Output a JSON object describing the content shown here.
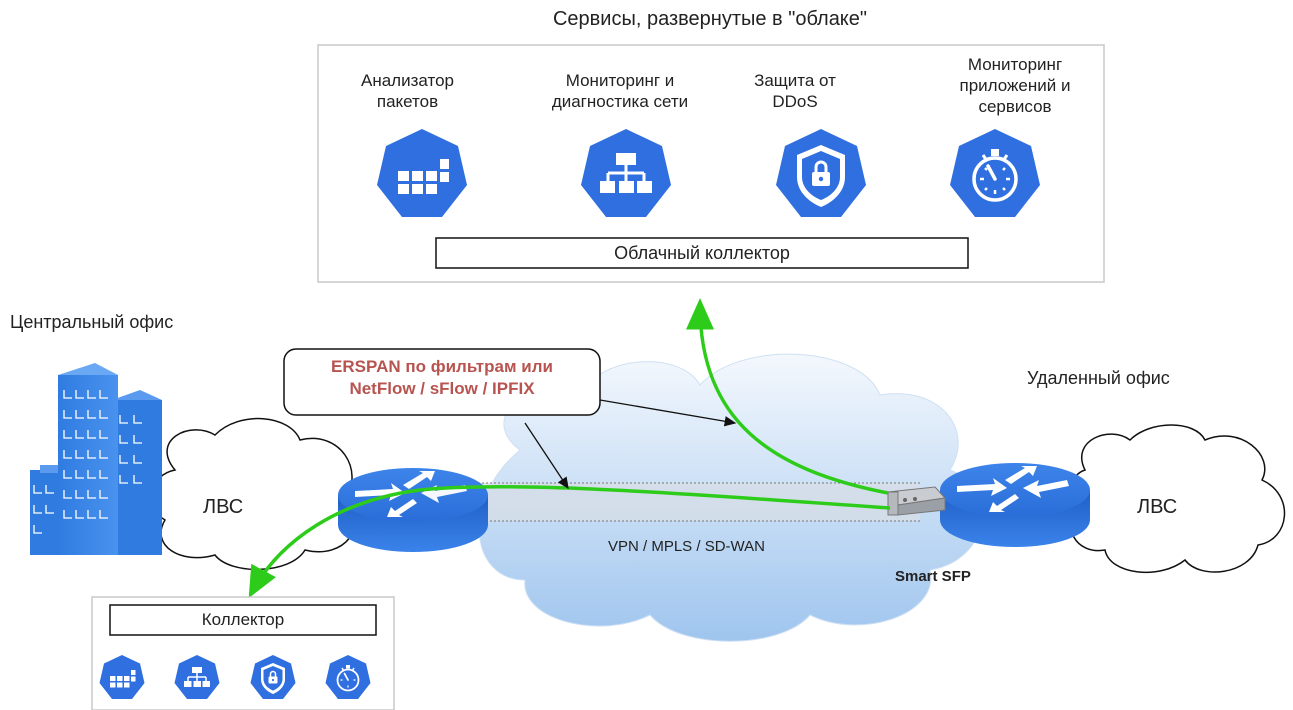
{
  "cloud": {
    "title": "Сервисы, развернутые в \"облаке\"",
    "services": [
      {
        "label": "Анализатор\nпакетов",
        "icon": "grid-blocks-icon"
      },
      {
        "label": "Мониторинг и\nдиагностика сети",
        "icon": "network-tree-icon"
      },
      {
        "label": "Защита от\nDDoS",
        "icon": "lock-shield-icon"
      },
      {
        "label": "Мониторинг\nприложений и\nсервисов",
        "icon": "stopwatch-icon"
      }
    ],
    "collector_label": "Облачный коллектор"
  },
  "sites": {
    "central_office": "Центральный офис",
    "remote_office": "Удаленный офис",
    "lan_left": "ЛВС",
    "lan_right": "ЛВС"
  },
  "wan": {
    "label": "VPN / MPLS / SD-WAN"
  },
  "callout": {
    "text": "ERSPAN по фильтрам или\nNetFlow / sFlow / IPFIX"
  },
  "smart_sfp": {
    "label": "Smart SFP"
  },
  "local": {
    "collector_label": "Коллектор"
  },
  "colors": {
    "icon_blue": "#2f6fe0",
    "flow_green": "#2ecc1a",
    "callout_red": "#b85450",
    "cloud_light": "#e8f1fc",
    "cloud_dark": "#a9ccf0"
  }
}
